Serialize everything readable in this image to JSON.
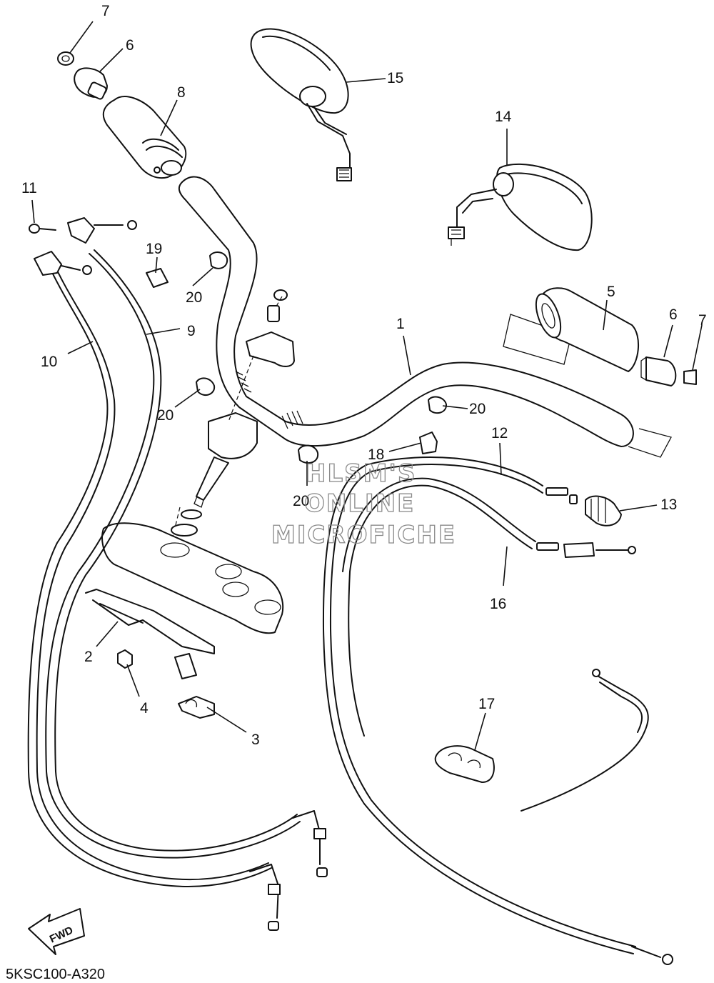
{
  "callouts": {
    "c1": "1",
    "c2": "2",
    "c3": "3",
    "c4": "4",
    "c5": "5",
    "c6a": "6",
    "c6b": "6",
    "c7a": "7",
    "c7b": "7",
    "c8": "8",
    "c9": "9",
    "c10": "10",
    "c11": "11",
    "c12": "12",
    "c13": "13",
    "c14": "14",
    "c15": "15",
    "c16": "16",
    "c17": "17",
    "c18": "18",
    "c19": "19",
    "c20a": "20",
    "c20b": "20",
    "c20c": "20",
    "c20d": "20"
  },
  "watermark": {
    "line1": "HLSM'S",
    "line2": "ONLINE",
    "line3": "MICROFICHE"
  },
  "fwd_label": "FWD",
  "diagram_code": "5KSC100-A320"
}
